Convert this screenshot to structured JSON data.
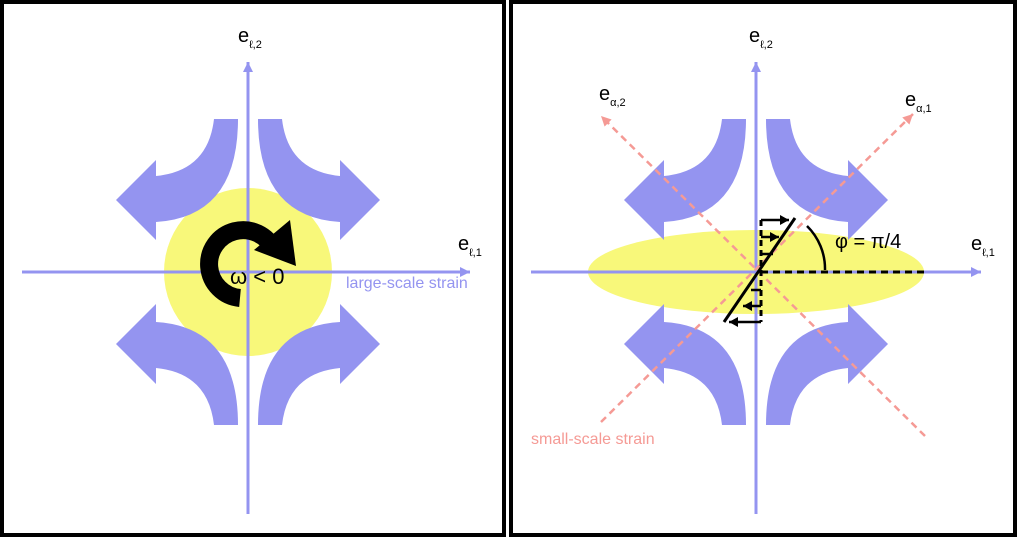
{
  "colors": {
    "axis": "#9494f0",
    "flow_arrow": "#9494f0",
    "eddy": "#f8f87a",
    "small_scale": "#f59a95",
    "border": "#000000",
    "rotation": "#000000"
  },
  "left_panel": {
    "axis_x": {
      "base": "e",
      "sub": "ℓ,1"
    },
    "axis_y": {
      "base": "e",
      "sub": "ℓ,2"
    },
    "vorticity": "ω < 0",
    "large_scale_label": "large-scale strain"
  },
  "right_panel": {
    "axis_x": {
      "base": "e",
      "sub": "ℓ,1"
    },
    "axis_y": {
      "base": "e",
      "sub": "ℓ,2"
    },
    "alpha_1": {
      "base": "e",
      "sub": "α,1"
    },
    "alpha_2": {
      "base": "e",
      "sub": "α,2"
    },
    "angle": "φ = π/4",
    "small_scale_label": "small-scale strain"
  }
}
